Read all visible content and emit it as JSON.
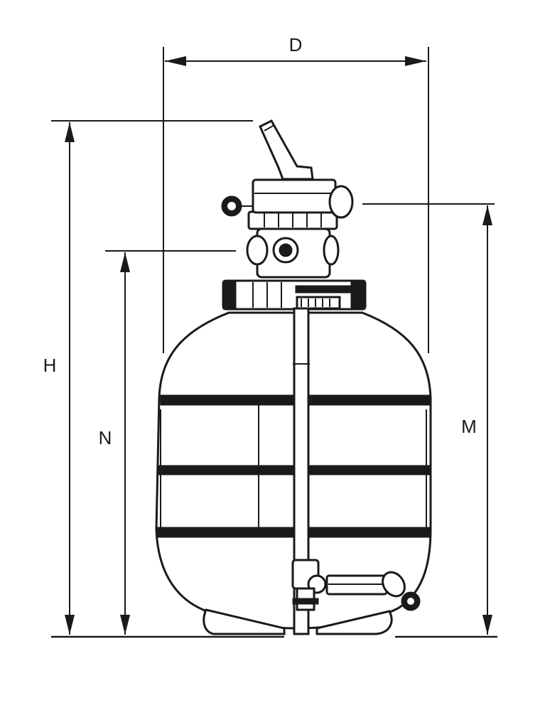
{
  "dimensions": {
    "diameter": "D",
    "height_total": "H",
    "height_inlet": "N",
    "height_outlet": "M"
  },
  "colors": {
    "line": "#1a1a1a",
    "background": "#ffffff"
  }
}
